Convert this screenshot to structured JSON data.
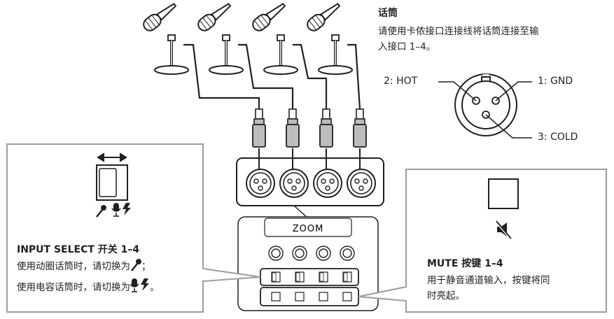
{
  "mic_section": {
    "title": "话筒",
    "description_lines": [
      "请使用卡侬接口连接线将话筒连接至输",
      "入接口 1–4。"
    ]
  },
  "xlr_pins": {
    "hot": "2: HOT",
    "gnd": "1: GND",
    "cold": "3: COLD"
  },
  "device": {
    "logo": "ZOOM"
  },
  "input_select": {
    "title": "INPUT SELECT 开关 1–4",
    "line1_prefix": "使用动圈话筒时，请切换为",
    "line1_suffix": "；",
    "line2_prefix": "使用电容话筒时，请切换为",
    "line2_suffix": "。",
    "switch_icons": [
      "dynamic-mic-icon",
      "condenser-mic-phantom-icon"
    ]
  },
  "mute": {
    "title": "MUTE 按键 1–4",
    "description_lines": [
      "用于静音通道输入，按键将同",
      "时亮起。"
    ],
    "icon": "speaker-muted-icon"
  },
  "colors": {
    "line": "#231f20",
    "callout_border": "#9d9d9c",
    "connector_gray": "#bdbdbd",
    "device_fill": "#ffffff"
  }
}
